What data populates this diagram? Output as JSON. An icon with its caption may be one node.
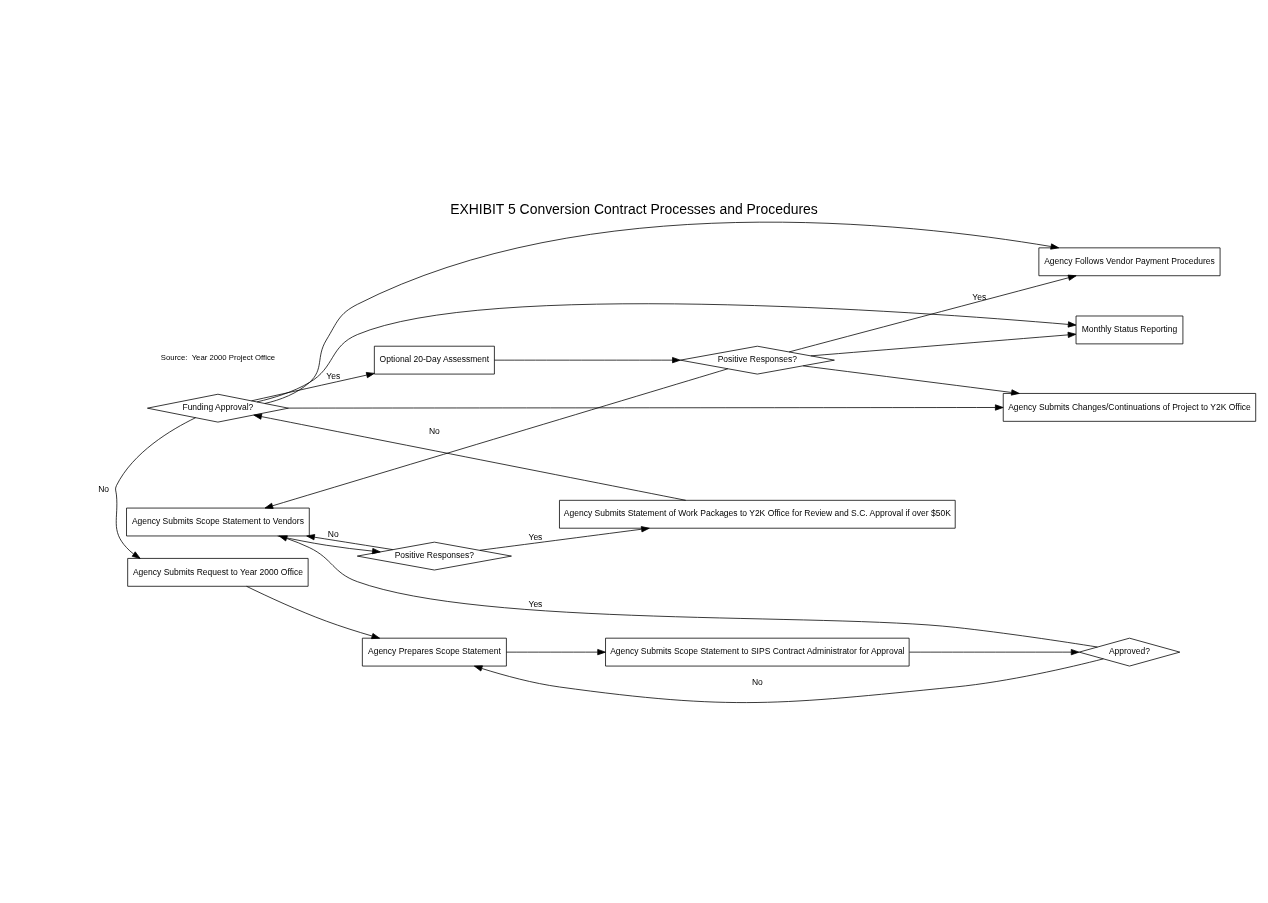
{
  "diagram": {
    "title": "EXHIBIT 5 Conversion Contract Processes and Procedures",
    "nodes": [
      {
        "text": [
          "Agency Submits Request to Year 2000 Office"
        ]
      },
      {
        "text": [
          "Agency Prepares Scope Statement"
        ]
      },
      {
        "text": [
          "Agency Submits Scope Statement to SIPS Contract Administrator for Approval"
        ]
      },
      {
        "text": [
          "Approved?"
        ]
      },
      {
        "text": [
          "Agency Submits Scope Statement to Vendors"
        ]
      },
      {
        "text": [
          "Positive Responses?"
        ]
      },
      {
        "text": [
          "Agency Submits Statement of Work Packages to Y2K Office for Review and S.C. Approval if over $50K"
        ]
      },
      {
        "text": [
          "Funding Approval?"
        ]
      },
      {
        "text": [
          "Optional 20-Day Assessment"
        ]
      },
      {
        "text": [
          "Positive Responses?"
        ]
      },
      {
        "text": [
          "Agency Follows Vendor Payment Procedures"
        ]
      },
      {
        "text": [
          "Monthly Status Reporting"
        ]
      },
      {
        "text": [
          "Agency Submits Changes/Continuations of Project to Y2K Office"
        ]
      }
    ],
    "edges": [
      {
        "from": 0,
        "to": 1,
        "arrow": "to"
      },
      {
        "from": 1,
        "to": 2,
        "arrow": "to"
      },
      {
        "from": 2,
        "to": 3,
        "arrow": "to"
      },
      {
        "from": 3,
        "to": 1,
        "arrow": "to",
        "label": "No"
      },
      {
        "from": 3,
        "to": 4,
        "arrow": "to",
        "label": "Yes"
      },
      {
        "from": 4,
        "to": 5,
        "arrow": "to"
      },
      {
        "from": 5,
        "to": 6,
        "arrow": "to",
        "label": "Yes"
      },
      {
        "from": 5,
        "to": 4,
        "arrow": "to",
        "label": "No"
      },
      {
        "from": 6,
        "to": 7,
        "arrow": "to"
      },
      {
        "from": 7,
        "to": 0,
        "arrow": "to",
        "label": "No"
      },
      {
        "from": 7,
        "to": 8,
        "arrow": "to",
        "label": "Yes"
      },
      {
        "from": 7,
        "to": 10,
        "arrow": "to"
      },
      {
        "from": 7,
        "to": 11,
        "arrow": "to"
      },
      {
        "from": 7,
        "to": 12,
        "arrow": "to"
      },
      {
        "from": 8,
        "to": 9,
        "arrow": "to"
      },
      {
        "from": 9,
        "to": 4,
        "arrow": "to",
        "label": "No"
      },
      {
        "from": 9,
        "to": 10,
        "arrow": "to",
        "label": "Yes"
      },
      {
        "from": 9,
        "to": 11,
        "arrow": "to"
      },
      {
        "from": 9,
        "to": 12,
        "arrow": "to"
      }
    ],
    "labels": [
      "Source:  Year 2000 Project Office"
    ]
  }
}
